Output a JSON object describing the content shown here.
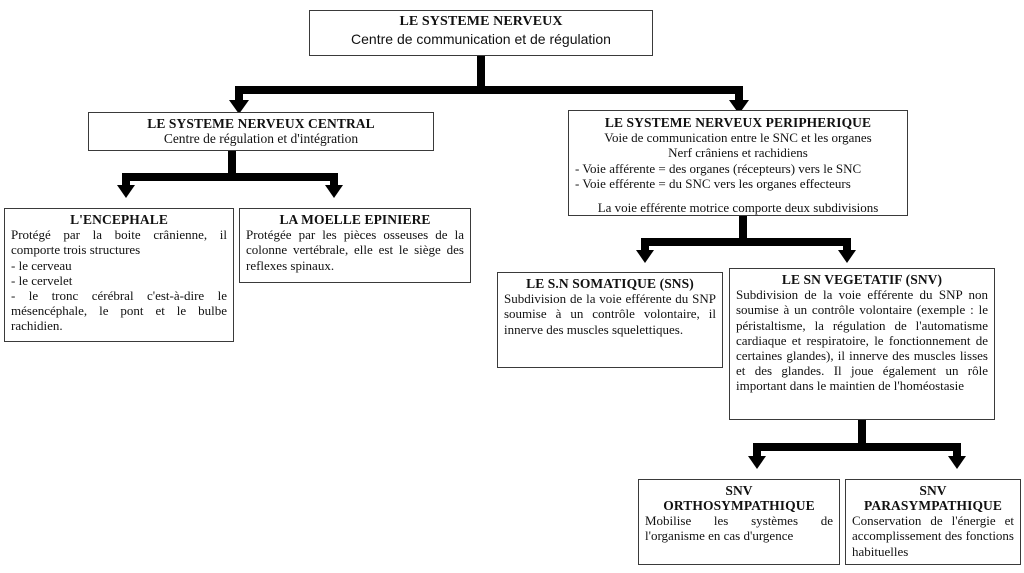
{
  "diagram": {
    "title": "LE SYSTEME NERVEUX",
    "type": "hierarchical-flowchart",
    "language": "fr"
  },
  "nodes": {
    "root": {
      "title": "LE SYSTEME NERVEUX",
      "subtitle": "Centre de communication et de régulation"
    },
    "snc": {
      "title": "LE SYSTEME NERVEUX CENTRAL",
      "subtitle": "Centre de régulation et d'intégration"
    },
    "snp": {
      "title": "LE SYSTEME NERVEUX PERIPHERIQUE",
      "line1": "Voie de communication entre le SNC et les organes",
      "line2": "Nerf crâniens et rachidiens",
      "line3": "- Voie afférente = des organes (récepteurs) vers le SNC",
      "line4": "- Voie efférente = du SNC vers les organes effecteurs",
      "line5": "La voie efférente motrice comporte deux subdivisions"
    },
    "encephale": {
      "title": "L'ENCEPHALE",
      "line1": "Protégé par la boite crânienne, il comporte trois structures",
      "line2": "- le cerveau",
      "line3": "- le cervelet",
      "line4": "- le tronc cérébral c'est-à-dire le mésencéphale, le pont et le bulbe rachidien."
    },
    "moelle": {
      "title": "LA MOELLE EPINIERE",
      "body": "Protégée par les pièces osseuses de la colonne vertébrale, elle est le siège des reflexes spinaux."
    },
    "sns": {
      "title": "LE S.N SOMATIQUE (SNS)",
      "body": "Subdivision de la voie efférente du SNP soumise à un contrôle volontaire, il innerve des muscles squelettiques."
    },
    "snv": {
      "title": "LE SN VEGETATIF (SNV)",
      "body": "Subdivision de la voie efférente du SNP non soumise à un contrôle volontaire (exemple : le péristaltisme, la régulation de l'automatisme cardiaque et respiratoire, le fonctionnement de certaines glandes), il innerve des muscles lisses et des glandes. Il joue également un rôle important dans le maintien de l'homéostasie"
    },
    "ortho": {
      "title_line1": "SNV",
      "title_line2": "ORTHOSYMPATHIQUE",
      "body": "Mobilise les systèmes de l'organisme en cas d'urgence"
    },
    "para": {
      "title_line1": "SNV",
      "title_line2": "PARASYMPATHIQUE",
      "body": "Conservation de l'énergie et accomplissement des fonctions habituelles"
    }
  },
  "colors": {
    "connector": "#000000",
    "box_border": "#3a3a3a",
    "text": "#111111",
    "background": "#ffffff"
  }
}
